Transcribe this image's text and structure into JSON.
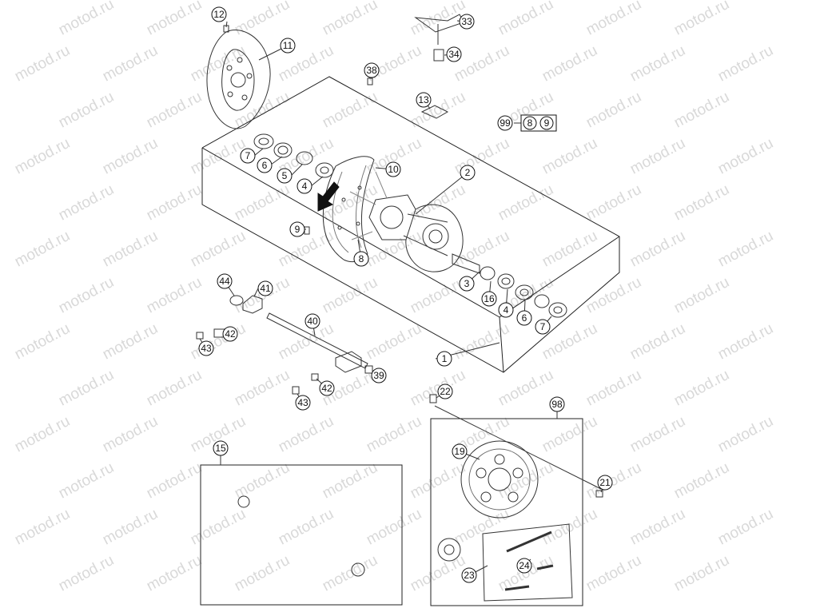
{
  "watermark": "motod.ru",
  "callouts": {
    "c1": "1",
    "c2": "2",
    "c3": "3",
    "c4a": "4",
    "c4b": "4",
    "c5": "5",
    "c6a": "6",
    "c6b": "6",
    "c7a": "7",
    "c7b": "7",
    "c8": "8",
    "c9": "9",
    "c10": "10",
    "c11": "11",
    "c12": "12",
    "c13": "13",
    "c15": "15",
    "c16": "16",
    "c19": "19",
    "c21": "21",
    "c22": "22",
    "c23": "23",
    "c24": "24",
    "c33": "33",
    "c34": "34",
    "c38": "38",
    "c39": "39",
    "c40": "40",
    "c41": "41",
    "c42a": "42",
    "c42b": "42",
    "c43a": "43",
    "c43b": "43",
    "c44": "44",
    "c98": "98",
    "c99": "99"
  },
  "kit_box": {
    "label_a": "8",
    "label_b": "9"
  }
}
